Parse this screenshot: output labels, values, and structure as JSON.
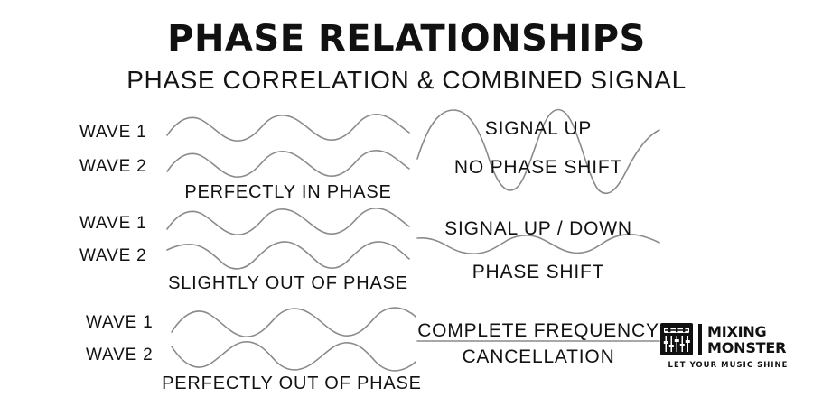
{
  "header": {
    "title": "PHASE RELATIONSHIPS",
    "subtitle": "PHASE CORRELATION & COMBINED SIGNAL"
  },
  "rows": [
    {
      "wave1_label": "WAVE 1",
      "wave2_label": "WAVE 2",
      "caption": "PERFECTLY IN PHASE",
      "result_line1": "SIGNAL UP",
      "result_line2": "NO PHASE SHIFT"
    },
    {
      "wave1_label": "WAVE 1",
      "wave2_label": "WAVE 2",
      "caption": "SLIGHTLY OUT OF PHASE",
      "result_line1": "SIGNAL UP / DOWN",
      "result_line2": "PHASE SHIFT"
    },
    {
      "wave1_label": "WAVE 1",
      "wave2_label": "WAVE 2",
      "caption": "PERFECTLY OUT OF PHASE",
      "result_line1": "COMPLETE FREQUENCY",
      "result_line2": "CANCELLATION"
    }
  ],
  "logo": {
    "mark": "mixing-console-icon",
    "name_line1": "MIXING",
    "name_line2": "MONSTER",
    "tagline": "LET YOUR MUSIC SHINE"
  },
  "colors": {
    "background": "#ffffff",
    "text": "#121212",
    "wave_stroke": "#8a8a8a",
    "logo": "#111111"
  },
  "chart_data": {
    "type": "line",
    "title": "PHASE RELATIONSHIPS",
    "subtitle": "PHASE CORRELATION & COMBINED SIGNAL",
    "xlabel": "",
    "ylabel": "",
    "grid": false,
    "legend": "none",
    "panels": [
      {
        "name": "perfectly-in-phase",
        "caption": "PERFECTLY IN PHASE",
        "phase_shift_degrees": 0,
        "series": [
          {
            "name": "WAVE 1",
            "amplitude": 14,
            "cycles": 2.5,
            "phase_deg": 0
          },
          {
            "name": "WAVE 2",
            "amplitude": 14,
            "cycles": 2.5,
            "phase_deg": 0
          }
        ],
        "result": {
          "line1": "SIGNAL UP",
          "line2": "NO PHASE SHIFT",
          "combined_amplitude": 46,
          "combined_cycles": 2.5
        }
      },
      {
        "name": "slightly-out-of-phase",
        "caption": "SLIGHTLY OUT OF PHASE",
        "phase_shift_degrees": 100,
        "series": [
          {
            "name": "WAVE 1",
            "amplitude": 14,
            "cycles": 2.5,
            "phase_deg": 0
          },
          {
            "name": "WAVE 2",
            "amplitude": 14,
            "cycles": 2.5,
            "phase_deg": 100
          }
        ],
        "result": {
          "line1": "SIGNAL UP / DOWN",
          "line2": "PHASE SHIFT",
          "combined_amplitude": 12,
          "combined_cycles": 2.5
        }
      },
      {
        "name": "perfectly-out-of-phase",
        "caption": "PERFECTLY OUT OF PHASE",
        "phase_shift_degrees": 180,
        "series": [
          {
            "name": "WAVE 1",
            "amplitude": 16,
            "cycles": 2.5,
            "phase_deg": 0
          },
          {
            "name": "WAVE 2",
            "amplitude": 16,
            "cycles": 2.5,
            "phase_deg": 180
          }
        ],
        "result": {
          "line1": "COMPLETE FREQUENCY",
          "line2": "CANCELLATION",
          "combined_amplitude": 0,
          "combined_cycles": 0
        }
      }
    ]
  }
}
